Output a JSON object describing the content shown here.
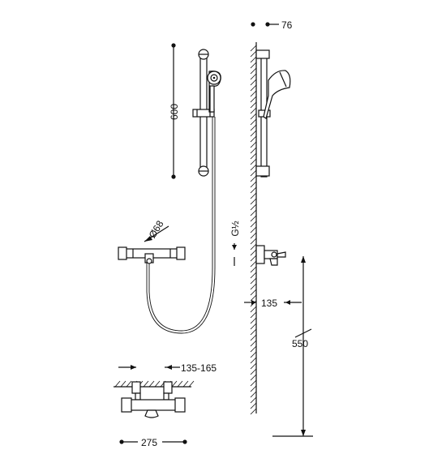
{
  "dimensions": {
    "rail_height": "600",
    "wall_offset": "76",
    "inlet_diameter": "Ø68",
    "thread": "G½",
    "outlet_projection": "135",
    "mount_height": "550",
    "centres": "135-165",
    "body_width": "275"
  },
  "icons": [
    "shower-head-icon",
    "mixer-valve-icon",
    "wall-hatch-icon"
  ]
}
